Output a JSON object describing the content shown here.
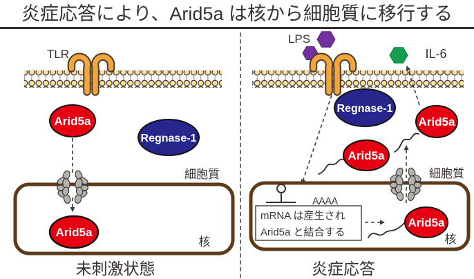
{
  "title": {
    "text": "炎症応答により、Arid5a は核から細胞質に移行する"
  },
  "colors": {
    "red": "#e60012",
    "blue": "#26268c",
    "orange": "#f2a53c",
    "purple": "#722f9e",
    "green": "#12a050",
    "membrane_head": "#f6e0a3",
    "nucleus_border": "#5c3a1a",
    "text_dark": "#383134"
  },
  "molecules": {
    "arid5a": "Arid5a",
    "regnase1": "Regnase-1"
  },
  "left_panel": {
    "receptor_label": "TLR",
    "cytoplasm_label": "細胞質",
    "nucleus_label": "核",
    "caption": "未刺激状態"
  },
  "right_panel": {
    "lps_label": "LPS",
    "il6_label": "IL-6",
    "cytoplasm_label": "細胞質",
    "nucleus_label": "核",
    "caption": "炎症応答",
    "mrna_polya_label": "AAAA",
    "note_line1": "mRNA は産生され",
    "note_line2": "Arid5a と結合する"
  }
}
